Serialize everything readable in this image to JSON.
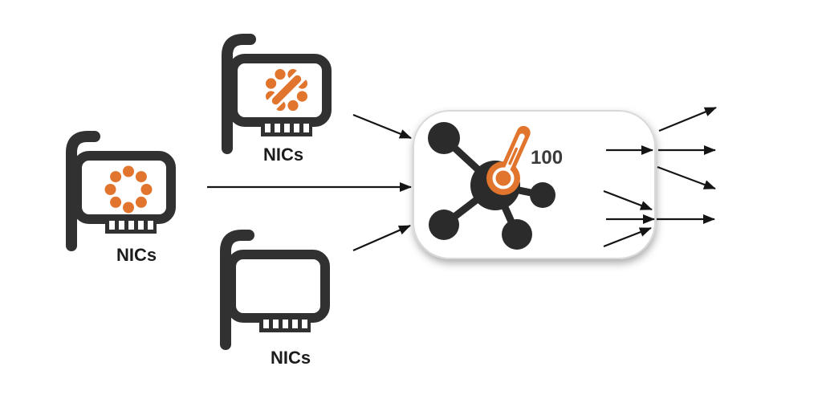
{
  "diagram": {
    "title": "NICs feeding a network hub running at temperature 100",
    "colors": {
      "accent_orange": "#E2752D",
      "icon_dark": "#313131",
      "hub_dark": "#2b2b2b",
      "arrow": "#151515",
      "box_fill": "#ffffff",
      "box_border": "#d9d9d9",
      "label_text": "#1c1c1c",
      "value_text": "#3b3b3b"
    },
    "nodes": {
      "nic_top": {
        "label": "NICs",
        "icon": "nic-card-dots-slash-icon"
      },
      "nic_middle": {
        "label": "NICs",
        "icon": "nic-card-dots-ring-icon"
      },
      "nic_bottom": {
        "label": "NICs",
        "icon": "nic-card-plain-icon"
      },
      "hub": {
        "value": "100",
        "icon": "network-hub-thermometer-icon"
      }
    },
    "arrows": {
      "inbound_to_hub": 3,
      "inside_hub_pointing_out": 4,
      "outbound_fan": 4
    }
  }
}
